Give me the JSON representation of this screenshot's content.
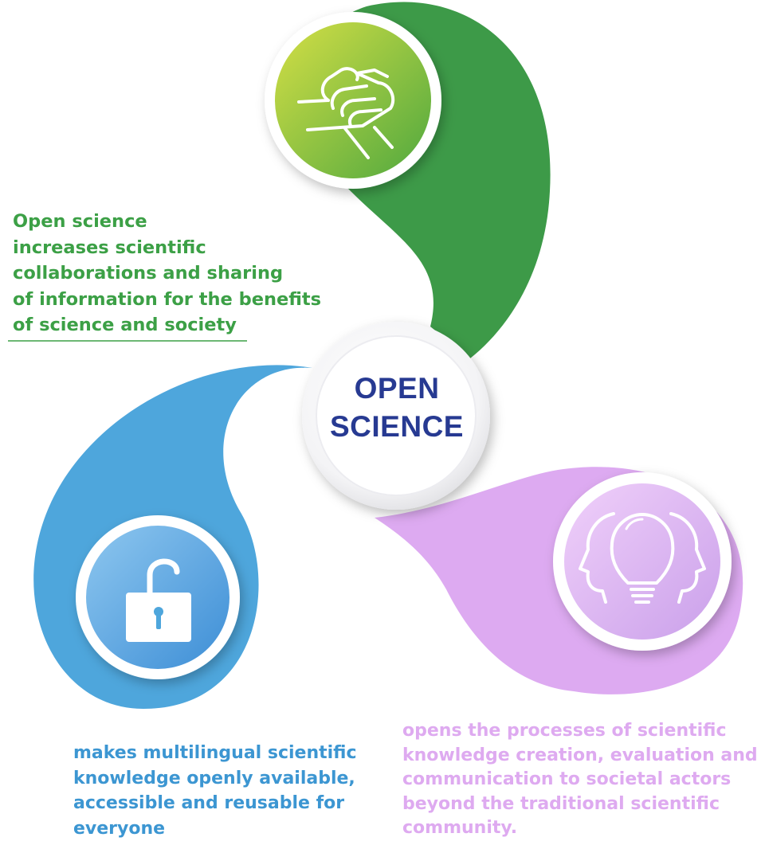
{
  "center": {
    "title_lines": [
      "OPEN",
      "SCIENCE"
    ]
  },
  "petals": {
    "collaboration": {
      "color": "#3d9a48",
      "icon": "handshake-icon",
      "caption_lines": [
        "Open science",
        "increases scientific",
        "collaborations and sharing",
        "of information for the benefits",
        "of science and society"
      ]
    },
    "access": {
      "color": "#4ea6dc",
      "icon": "open-padlock-icon",
      "caption_lines": [
        "makes multilingual scientific",
        "knowledge openly available,",
        "accessible and reusable for",
        "everyone"
      ]
    },
    "engagement": {
      "color": "#ddaaf1",
      "icon": "lightbulb-heads-icon",
      "caption_lines": [
        "opens the processes of scientific",
        "knowledge creation, evaluation and",
        "communication to societal actors",
        "beyond the traditional scientific",
        "community."
      ]
    }
  }
}
